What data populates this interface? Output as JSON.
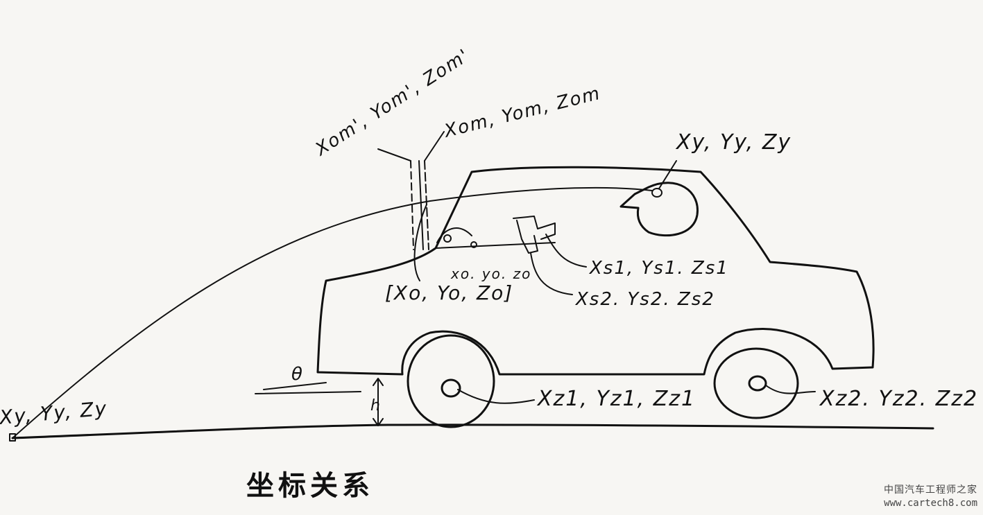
{
  "title": "坐标关系",
  "labels": {
    "road_point": "Xy, Yy, Zy",
    "driver_eye": "Xy, Yy, Zy",
    "mirror_primed": "Xom', Yom', Zom'",
    "mirror": "Xom, Yom, Zom",
    "dashboard_point": "xo. yo. zo",
    "origin": "[Xo, Yo, Zo]",
    "seat_1": "Xs1, Ys1. Zs1",
    "seat_2": "Xs2. Ys2. Zs2",
    "front_wheel": "Xz1, Yz1, Zz1",
    "rear_wheel": "Xz2. Yz2. Zz2",
    "angle": "θ",
    "height": "h"
  },
  "watermark": {
    "site_cn": "中国汽车工程师之家",
    "url": "www.cartech8.com"
  }
}
